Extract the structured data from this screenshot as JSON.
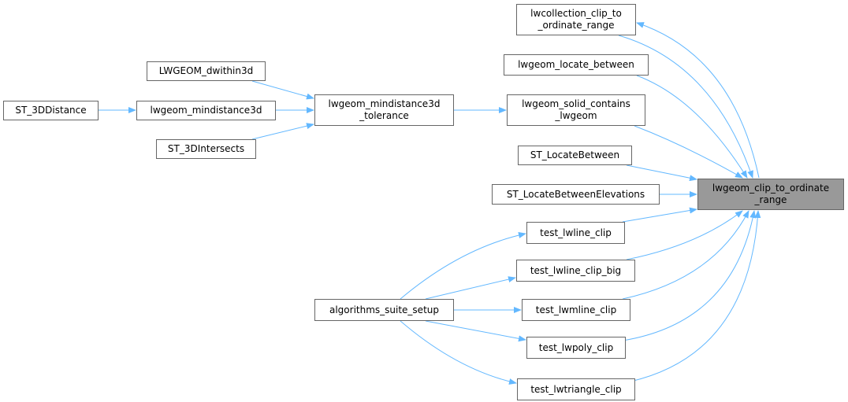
{
  "graph": {
    "edge_color": "#63b8ff",
    "main_fill": "#999999",
    "nodes": [
      {
        "id": "lwcollection",
        "lines": [
          "lwcollection_clip_to",
          "_ordinate_range"
        ]
      },
      {
        "id": "locate_between",
        "lines": [
          "lwgeom_locate_between"
        ]
      },
      {
        "id": "solid_contains",
        "lines": [
          "lwgeom_solid_contains",
          "_lwgeom"
        ]
      },
      {
        "id": "st_locatebetween",
        "lines": [
          "ST_LocateBetween"
        ]
      },
      {
        "id": "st_locatebetweenelev",
        "lines": [
          "ST_LocateBetweenElevations"
        ]
      },
      {
        "id": "main",
        "lines": [
          "lwgeom_clip_to_ordinate",
          "_range"
        ]
      },
      {
        "id": "test_lwline_clip",
        "lines": [
          "test_lwline_clip"
        ]
      },
      {
        "id": "test_lwline_clip_big",
        "lines": [
          "test_lwline_clip_big"
        ]
      },
      {
        "id": "test_lwmline_clip",
        "lines": [
          "test_lwmline_clip"
        ]
      },
      {
        "id": "test_lwpoly_clip",
        "lines": [
          "test_lwpoly_clip"
        ]
      },
      {
        "id": "test_lwtriangle_clip",
        "lines": [
          "test_lwtriangle_clip"
        ]
      },
      {
        "id": "algorithms_suite_setup",
        "lines": [
          "algorithms_suite_setup"
        ]
      },
      {
        "id": "mindist3d_tol",
        "lines": [
          "lwgeom_mindistance3d",
          "_tolerance"
        ]
      },
      {
        "id": "dwithin3d",
        "lines": [
          "LWGEOM_dwithin3d"
        ]
      },
      {
        "id": "mindist3d",
        "lines": [
          "lwgeom_mindistance3d"
        ]
      },
      {
        "id": "st_3dintersects",
        "lines": [
          "ST_3DIntersects"
        ]
      },
      {
        "id": "st_3ddistance",
        "lines": [
          "ST_3DDistance"
        ]
      }
    ],
    "edges": [
      [
        "lwcollection",
        "main"
      ],
      [
        "main",
        "lwcollection"
      ],
      [
        "locate_between",
        "main"
      ],
      [
        "solid_contains",
        "main"
      ],
      [
        "st_locatebetween",
        "main"
      ],
      [
        "st_locatebetweenelev",
        "main"
      ],
      [
        "test_lwline_clip",
        "main"
      ],
      [
        "test_lwline_clip_big",
        "main"
      ],
      [
        "test_lwmline_clip",
        "main"
      ],
      [
        "test_lwpoly_clip",
        "main"
      ],
      [
        "test_lwtriangle_clip",
        "main"
      ],
      [
        "algorithms_suite_setup",
        "test_lwline_clip"
      ],
      [
        "algorithms_suite_setup",
        "test_lwline_clip_big"
      ],
      [
        "algorithms_suite_setup",
        "test_lwmline_clip"
      ],
      [
        "algorithms_suite_setup",
        "test_lwpoly_clip"
      ],
      [
        "algorithms_suite_setup",
        "test_lwtriangle_clip"
      ],
      [
        "mindist3d_tol",
        "solid_contains"
      ],
      [
        "dwithin3d",
        "mindist3d_tol"
      ],
      [
        "mindist3d",
        "mindist3d_tol"
      ],
      [
        "st_3dintersects",
        "mindist3d_tol"
      ],
      [
        "st_3ddistance",
        "mindist3d"
      ]
    ]
  }
}
